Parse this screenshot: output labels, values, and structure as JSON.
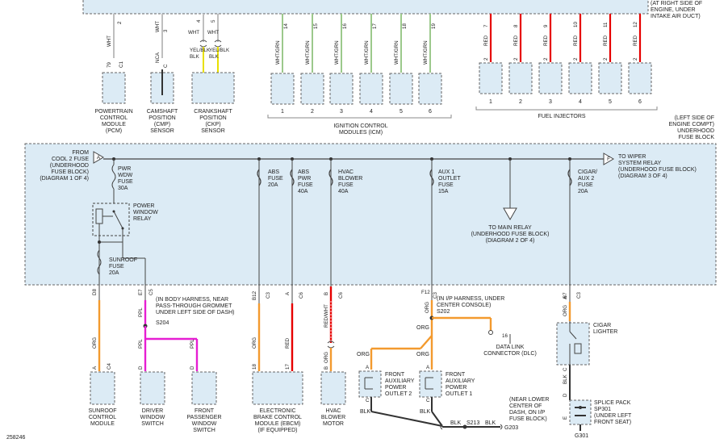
{
  "diagram_id": "258246",
  "top_note": [
    "(AT RIGHT SIDE OF",
    "ENGINE, UNDER",
    "INTAKE AIR DUCT)"
  ],
  "top_note2": [
    "(LEFT SIDE OF",
    "ENGINE COMPT)",
    "UNDERHOOD",
    "FUSE BLOCK"
  ],
  "top_sensors": [
    {
      "pins": [
        "2"
      ],
      "wires": [
        "WHT"
      ],
      "conn": [
        "79",
        "C1"
      ],
      "lines": [
        "POWERTRAIN",
        "CONTROL",
        "MODULE",
        "(PCM)"
      ]
    },
    {
      "pins": [
        "3"
      ],
      "wires": [
        "WHT"
      ],
      "conn": [
        "C"
      ],
      "lines": [
        "CAMSHAFT",
        "POSITION",
        "(CMP)",
        "SENSOR"
      ]
    },
    {
      "pins": [
        "4",
        "5"
      ],
      "wires": [
        "WHT",
        "WHT"
      ],
      "wires2": [
        "YEL/BLK",
        "YEL/BLK"
      ],
      "lines": [
        "CRANKSHAFT",
        "POSITION",
        "(CKP)",
        "SENSOR"
      ]
    }
  ],
  "cmp_conn": "NCA",
  "icm": {
    "pins": [
      "14",
      "15",
      "16",
      "17",
      "18",
      "19"
    ],
    "wire": "WHT/GRN",
    "numbers": [
      "1",
      "2",
      "3",
      "4",
      "5",
      "6"
    ],
    "lines": [
      "IGNITION CONTROL",
      "MODULES (ICM)"
    ]
  },
  "injectors": {
    "pins": [
      "7",
      "8",
      "9",
      "10",
      "11",
      "12"
    ],
    "wire": "RED",
    "conn": "2",
    "numbers": [
      "1",
      "2",
      "3",
      "4",
      "5",
      "6"
    ],
    "title": "FUEL INJECTORS"
  },
  "fuse_block": {
    "feed_lines": [
      "FROM",
      "COOL 2 FUSE",
      "(UNDERHOOD",
      "FUSE BLOCK)",
      "(DIAGRAM 1 OF 4)"
    ],
    "wiper_lines": [
      "TO WIPER",
      "SYSTEM RELAY",
      "(UNDERHOOD FUSE BLOCK)",
      "(DIAGRAM 3 OF 4)"
    ],
    "pwr_wdw": [
      "PWR",
      "WDW",
      "FUSE",
      "30A"
    ],
    "relay": [
      "POWER",
      "WINDOW",
      "RELAY"
    ],
    "sunroof": [
      "SUNROOF",
      "FUSE",
      "20A"
    ],
    "abs": [
      "ABS",
      "FUSE",
      "20A"
    ],
    "abs_pwr": [
      "ABS",
      "PWR",
      "FUSE",
      "40A"
    ],
    "hvac": [
      "HVAC",
      "BLOWER",
      "FUSE",
      "40A"
    ],
    "aux1": [
      "AUX 1",
      "OUTLET",
      "FUSE",
      "15A"
    ],
    "cigar_fuse": [
      "CIGAR/",
      "AUX 2",
      "FUSE",
      "20A"
    ],
    "main_relay": [
      "TO MAIN RELAY",
      "(UNDERHOOD FUSE BLOCK)",
      "(DIAGRAM 2 OF 4)"
    ]
  },
  "outputs": {
    "d8": {
      "pin": "D8",
      "conn": "C4",
      "wire": "ORG",
      "pin_b": "A",
      "conn_b": "C4"
    },
    "e7": {
      "pin": "E7",
      "conn": "C5",
      "wire": "PPL",
      "splice": "S204",
      "note": [
        "(IN BODY HARNESS, NEAR",
        "PASS-THROUGH GROMMET",
        "UNDER LEFT SIDE OF DASH)"
      ]
    },
    "b12": {
      "pin": "B12",
      "conn": "C3",
      "wire": "ORG",
      "pin_b": "18"
    },
    "a": {
      "pin": "A",
      "conn": "C6",
      "wire": "RED",
      "pin_b": "17"
    },
    "b": {
      "pin": "B",
      "conn": "C6",
      "wire": "RED/WHT",
      "wire_b": "ORG",
      "pin_b": "B"
    },
    "f12": {
      "pin": "F12",
      "conn": "C3",
      "wire": "ORG",
      "splice": "S202",
      "note": [
        "(IN I/P HARNESS, UNDER",
        "CENTER CONSOLE)"
      ]
    },
    "b7": {
      "pin": "B7",
      "conn": "C3",
      "wire": "ORG"
    }
  },
  "dlc": {
    "pin": "16",
    "lines": [
      "DATA LINK",
      "CONNECTOR (DLC)"
    ]
  },
  "wire_labels": {
    "org": "ORG",
    "ppl": "PPL",
    "blk": "BLK",
    "a": "A",
    "b": "B",
    "c": "C",
    "d": "D",
    "e": "E"
  },
  "modules": {
    "sunroof": [
      "SUNROOF",
      "CONTROL",
      "MODULE"
    ],
    "driver": [
      "DRIVER",
      "WINDOW",
      "SWITCH"
    ],
    "front_pass": [
      "FRONT",
      "PASSENGER",
      "WINDOW",
      "SWITCH"
    ],
    "ebcm": [
      "ELECTRONIC",
      "BRAKE CONTROL",
      "MODULE (EBCM)",
      "(IF EQUIPPED)"
    ],
    "hvac_motor": [
      "HVAC",
      "BLOWER",
      "MOTOR"
    ],
    "outlet2": [
      "FRONT",
      "AUXILIARY",
      "POWER",
      "OUTLET 2"
    ],
    "outlet1": [
      "FRONT",
      "AUXILIARY",
      "POWER",
      "OUTLET 1"
    ],
    "cigar": [
      "CIGAR",
      "LIGHTER"
    ],
    "splice_pack": [
      "SPLICE PACK",
      "SP301",
      "(UNDER LEFT",
      "FRONT SEAT)"
    ]
  },
  "grounds": {
    "s213": "S213",
    "g203": "G203",
    "g203_note": [
      "(NEAR LOWER",
      "CENTER OF",
      "DASH, ON I/P",
      "FUSE BLOCK)"
    ],
    "g301": "G301"
  },
  "colors": {
    "panel": "#dcebf5",
    "line": "#4a4a4a",
    "wht": "#bfbfbf",
    "yel": "#e8e000",
    "grn": "#9cc98c",
    "red": "#e60000",
    "org": "#f39a2e",
    "ppl": "#e61ed2",
    "blk": "#333333"
  }
}
